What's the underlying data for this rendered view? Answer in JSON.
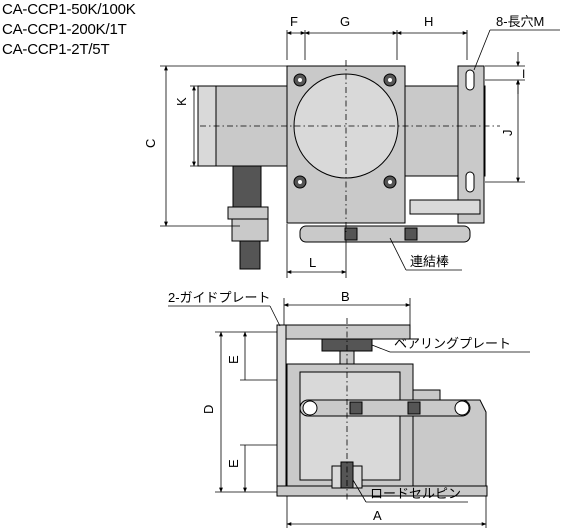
{
  "models": [
    "CA-CCP1-50K/100K",
    "CA-CCP1-200K/1T",
    "CA-CCP1-2T/5T"
  ],
  "dimensions": {
    "F": "F",
    "G": "G",
    "H": "H",
    "I": "I",
    "J": "J",
    "K": "K",
    "C": "C",
    "L": "L",
    "B": "B",
    "D": "D",
    "E_top": "E",
    "E_bottom": "E",
    "A": "A"
  },
  "callouts": {
    "slot": "8-長穴M",
    "link_rod": "連結棒",
    "guide_plate": "2-ガイドプレート",
    "bearing_plate": "ベアリングプレート",
    "load_cell_pin": "ロードセルピン"
  }
}
